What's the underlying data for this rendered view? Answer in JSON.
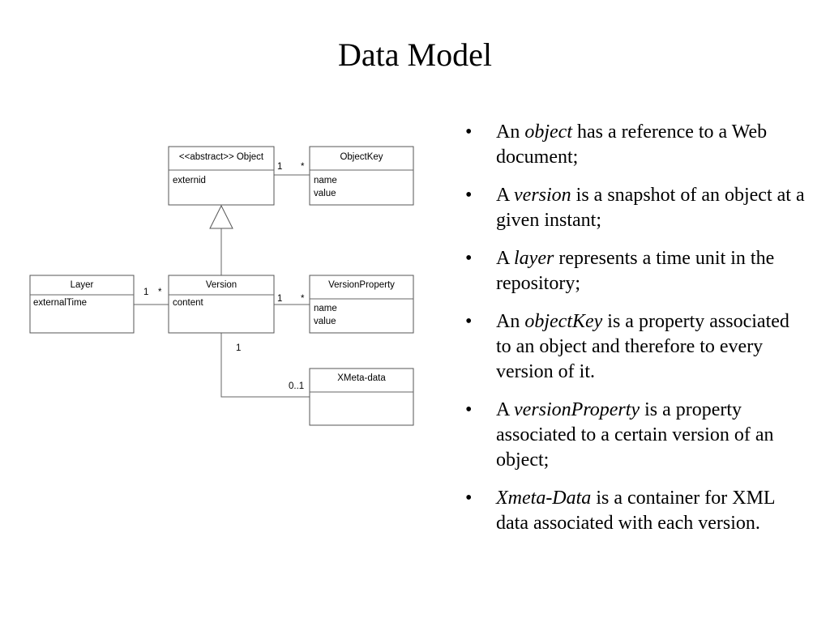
{
  "slide": {
    "title": "Data Model"
  },
  "diagram": {
    "classes": [
      {
        "id": "object",
        "name": "<<abstract>> Object",
        "attrs": [
          "externid"
        ]
      },
      {
        "id": "objectkey",
        "name": "ObjectKey",
        "attrs": [
          "name",
          "value"
        ]
      },
      {
        "id": "layer",
        "name": "Layer",
        "attrs": [
          "externalTime"
        ]
      },
      {
        "id": "version",
        "name": "Version",
        "attrs": [
          "content"
        ]
      },
      {
        "id": "versionproperty",
        "name": "VersionProperty",
        "attrs": [
          "name",
          "value"
        ]
      },
      {
        "id": "xmetadata",
        "name": "XMeta-data",
        "attrs": []
      }
    ],
    "associations": [
      {
        "from": "object",
        "to": "objectkey",
        "from_mult": "1",
        "to_mult": "*"
      },
      {
        "from": "layer",
        "to": "version",
        "from_mult": "1",
        "to_mult": "*"
      },
      {
        "from": "version",
        "to": "versionproperty",
        "from_mult": "1",
        "to_mult": "*"
      },
      {
        "from": "version",
        "to": "xmetadata",
        "from_mult": "1",
        "to_mult": "0..1"
      }
    ],
    "generalization": {
      "parent": "object",
      "child": "version"
    }
  },
  "bullets": [
    {
      "pre": "An ",
      "term": "object",
      "post": " has a reference to a Web document;"
    },
    {
      "pre": "A ",
      "term": "version",
      "post": " is a snapshot of an object at a given instant;"
    },
    {
      "pre": "A ",
      "term": "layer",
      "post": " represents a time unit in the repository;"
    },
    {
      "pre": "An ",
      "term": "objectKey",
      "post": " is a property associated to an object and therefore to every version of it."
    },
    {
      "pre": "A ",
      "term": "versionProperty",
      "post": " is a property associated to a certain version of an object;"
    },
    {
      "pre": "",
      "term": "Xmeta-Data",
      "post": " is a container for XML data associated with each version."
    }
  ]
}
